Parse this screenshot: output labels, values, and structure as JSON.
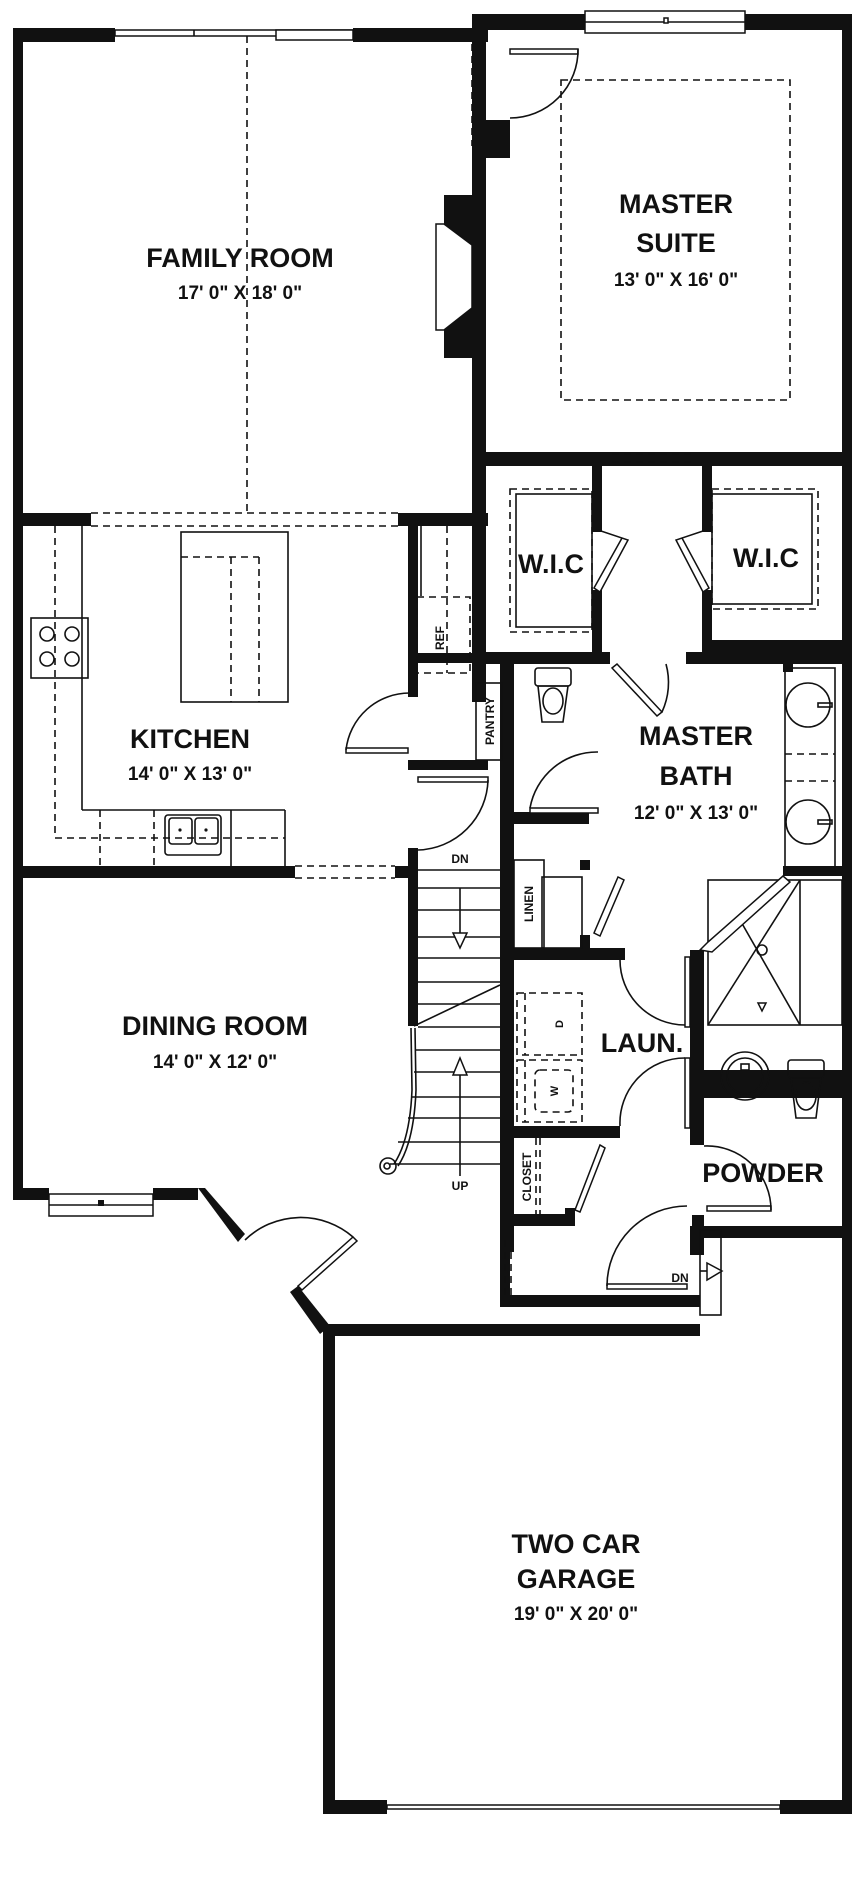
{
  "plan": {
    "rooms": {
      "family_room": {
        "name": "FAMILY ROOM",
        "dimensions": "17' 0\" X 18' 0\""
      },
      "master_suite": {
        "name_line1": "MASTER",
        "name_line2": "SUITE",
        "dimensions": "13' 0\" X 16' 0\""
      },
      "wic_left": {
        "name": "W.I.C"
      },
      "wic_right": {
        "name": "W.I.C"
      },
      "kitchen": {
        "name": "KITCHEN",
        "dimensions": "14' 0\" X 13' 0\""
      },
      "master_bath": {
        "name_line1": "MASTER",
        "name_line2": "BATH",
        "dimensions": "12' 0\" X 13' 0\""
      },
      "dining_room": {
        "name": "DINING ROOM",
        "dimensions": "14' 0\" X 12' 0\""
      },
      "laundry": {
        "name": "LAUN."
      },
      "powder": {
        "name": "POWDER"
      },
      "garage": {
        "name_line1": "TWO CAR",
        "name_line2": "GARAGE",
        "dimensions": "19' 0\" X 20' 0\""
      }
    },
    "fixtures": {
      "ref": "REF",
      "pantry": "PANTRY",
      "linen": "LINEN",
      "closet": "CLOSET",
      "dryer": "D",
      "washer": "W"
    },
    "stairs": {
      "down_label": "DN",
      "up_label": "UP",
      "garage_step_label": "DN"
    },
    "colors": {
      "wall": "#111111",
      "background": "#ffffff"
    }
  }
}
